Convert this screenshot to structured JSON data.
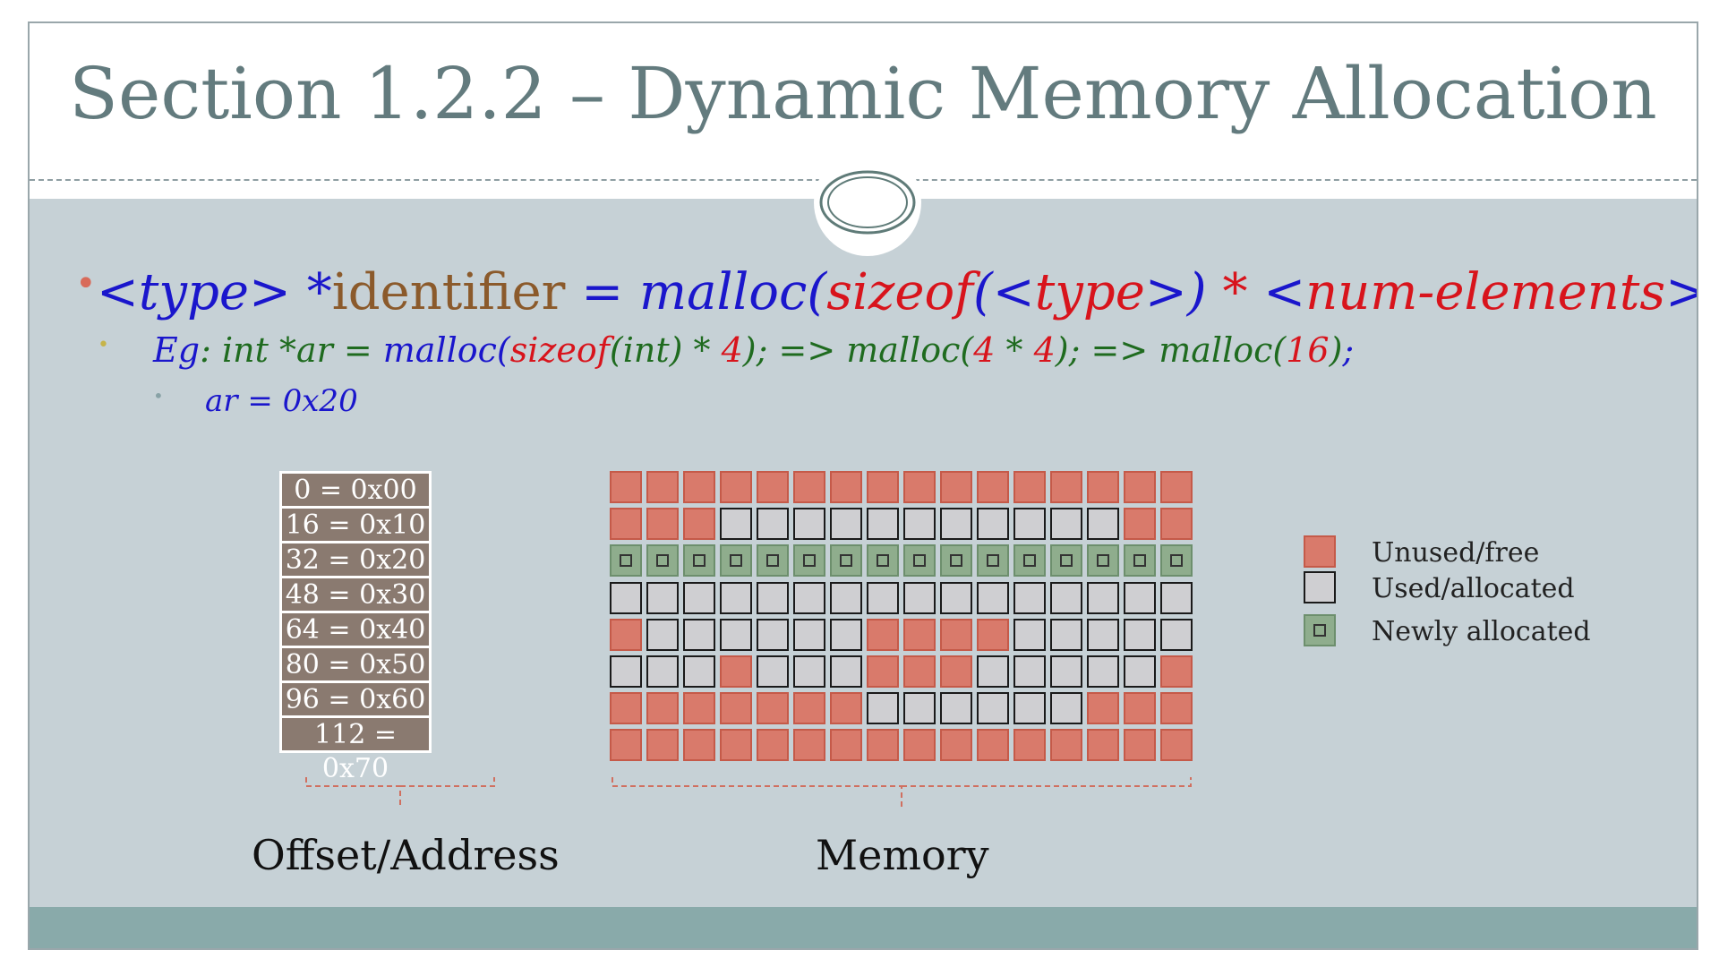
{
  "slide": {
    "title": "Section 1.2.2 – Dynamic Memory Allocation",
    "colors": {
      "title": "#637b7e",
      "content_bg": "#c6d1d6",
      "footer": "#89aaaa",
      "blue": "#1a16cc",
      "red": "#d8141c",
      "green": "#1f6b1f",
      "brown": "#8b5a2b",
      "unused": "#d97a6b",
      "used": "#cfcfd2",
      "new": "#8fad8d",
      "address_cell": "#8a7a70"
    }
  },
  "bullets": {
    "level1": {
      "p1": "<type>",
      "p2": " *",
      "p3": "identifier",
      "p4": " = ",
      "p5": "malloc(",
      "p6": "sizeof",
      "p7": "(<",
      "p8": "type",
      "p9": ">) ",
      "p10": "*",
      "p11": " <",
      "p12": "num-elements",
      "p13": ">);"
    },
    "level2": {
      "p1": "Eg",
      "p2": ": ",
      "p3": "int *ar",
      "p4": " = ",
      "p5": "malloc",
      "p6": "(",
      "p7": "sizeof",
      "p8": "(",
      "p9": "int",
      "p10": ") * ",
      "p11": "4",
      "p12": ");  => ",
      "p13": "malloc(",
      "p14": "4",
      "p15": " * ",
      "p16": "4",
      "p17": "); => ",
      "p18": "malloc(",
      "p19": "16",
      "p20": ")",
      "p21": ";"
    },
    "level3": {
      "text": "ar = 0x20"
    }
  },
  "addresses": [
    "0 = 0x00",
    "16 = 0x10",
    "32 = 0x20",
    "48 = 0x30",
    "64 = 0x40",
    "80 = 0x50",
    "96 = 0x60",
    "112 = 0x70"
  ],
  "memory": {
    "legend_key": "u = unused/free, a = used/allocated, n = newly allocated",
    "rows": [
      "uuuuuuuuuuuuuuuu",
      "uuuaaaaaaaaaaauu",
      "nnnnnnnnnnnnnnnn",
      "aaaaaaaaaaaaaaaa",
      "uaaaaaauuuuaaaaa",
      "aaauaaauuuaaaaau",
      "uuuuuuuaaaaaauuu",
      "uuuuuuuuuuuuuuuu"
    ]
  },
  "legend": [
    {
      "state": "unused",
      "label": "Unused/free"
    },
    {
      "state": "used",
      "label": "Used/allocated"
    },
    {
      "state": "new",
      "label": "Newly allocated"
    }
  ],
  "captions": {
    "address": "Offset/Address",
    "memory": "Memory"
  }
}
